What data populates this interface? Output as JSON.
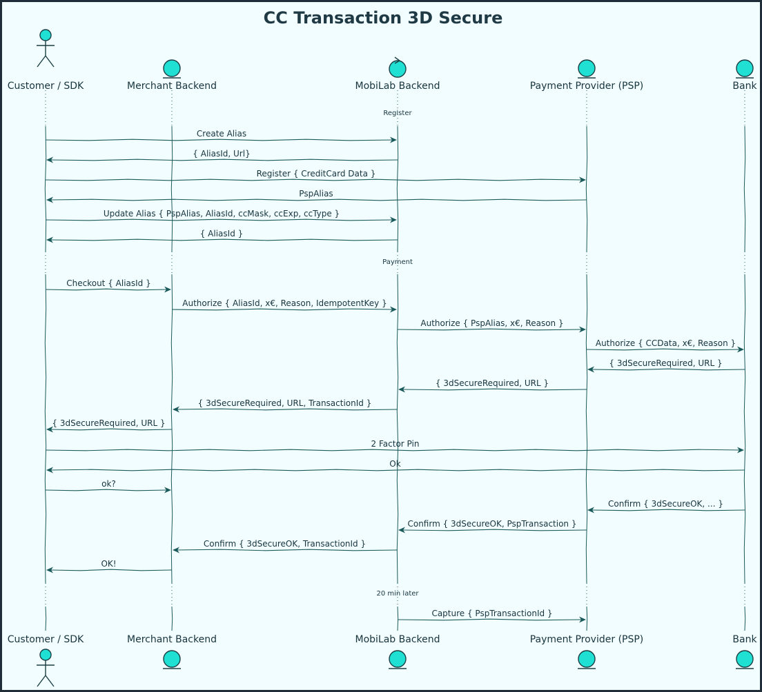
{
  "title": "CC Transaction 3D Secure",
  "participants": [
    {
      "id": "customer",
      "label": "Customer / SDK",
      "kind": "actor"
    },
    {
      "id": "merchant",
      "label": "Merchant Backend",
      "kind": "entity"
    },
    {
      "id": "mobilab",
      "label": "MobiLab Backend",
      "kind": "control"
    },
    {
      "id": "psp",
      "label": "Payment Provider (PSP)",
      "kind": "entity"
    },
    {
      "id": "bank",
      "label": "Bank",
      "kind": "entity"
    }
  ],
  "dividers": {
    "register": "Register",
    "payment": "Payment",
    "later": "20 min later"
  },
  "messages": [
    {
      "from": "customer",
      "to": "mobilab",
      "text": "Create Alias"
    },
    {
      "from": "mobilab",
      "to": "customer",
      "text": "{ AliasId, Url}"
    },
    {
      "from": "customer",
      "to": "psp",
      "text": "Register { CreditCard Data }"
    },
    {
      "from": "psp",
      "to": "customer",
      "text": "PspAlias"
    },
    {
      "from": "customer",
      "to": "mobilab",
      "text": "Update Alias { PspAlias, AliasId, ccMask, ccExp, ccType }"
    },
    {
      "from": "mobilab",
      "to": "customer",
      "text": "{ AliasId }"
    },
    {
      "from": "customer",
      "to": "merchant",
      "text": "Checkout { AliasId }"
    },
    {
      "from": "merchant",
      "to": "mobilab",
      "text": "Authorize { AliasId, x€, Reason, IdempotentKey }"
    },
    {
      "from": "mobilab",
      "to": "psp",
      "text": "Authorize { PspAlias, x€, Reason }"
    },
    {
      "from": "psp",
      "to": "bank",
      "text": "Authorize { CCData, x€, Reason }"
    },
    {
      "from": "bank",
      "to": "psp",
      "text": "{ 3dSecureRequired, URL }"
    },
    {
      "from": "psp",
      "to": "mobilab",
      "text": "{ 3dSecureRequired, URL }"
    },
    {
      "from": "mobilab",
      "to": "merchant",
      "text": "{ 3dSecureRequired, URL, TransactionId }"
    },
    {
      "from": "merchant",
      "to": "customer",
      "text": "{ 3dSecureRequired, URL }"
    },
    {
      "from": "customer",
      "to": "bank",
      "text": "2 Factor Pin"
    },
    {
      "from": "bank",
      "to": "customer",
      "text": "Ok"
    },
    {
      "from": "customer",
      "to": "merchant",
      "text": "ok?"
    },
    {
      "from": "bank",
      "to": "psp",
      "text": "Confirm { 3dSecureOK, ... }"
    },
    {
      "from": "psp",
      "to": "mobilab",
      "text": "Confirm { 3dSecureOK, PspTransaction }"
    },
    {
      "from": "mobilab",
      "to": "merchant",
      "text": "Confirm { 3dSecureOK, TransactionId }"
    },
    {
      "from": "merchant",
      "to": "customer",
      "text": "OK!"
    },
    {
      "from": "mobilab",
      "to": "psp",
      "text": "Capture { PspTransactionId }"
    }
  ],
  "colors": {
    "background": "#f2fdff",
    "frame": "#1e2d38",
    "line": "#1b5a5a",
    "glyph_fill": "#1fe0d2",
    "text": "#17343d"
  }
}
